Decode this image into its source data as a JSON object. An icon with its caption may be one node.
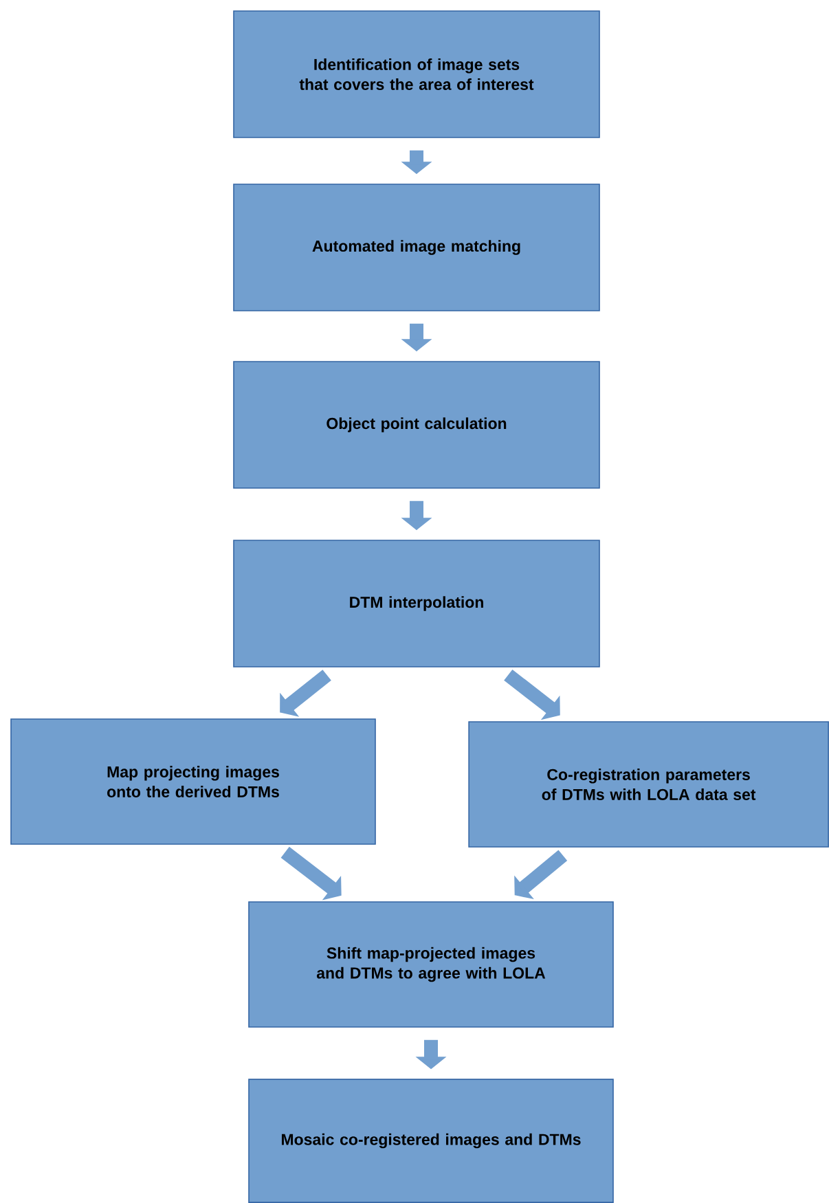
{
  "diagram": {
    "nodes": [
      {
        "text": [
          "Identification of image sets that covers the area of interest"
        ]
      },
      {
        "text": [
          "Automated image matching"
        ]
      },
      {
        "text": [
          "Object point calculation"
        ]
      },
      {
        "text": [
          "DTM interpolation"
        ]
      },
      {
        "text": [
          "Map projecting images onto the derived DTMs"
        ]
      },
      {
        "text": [
          "Co-registration parameters of DTMs with LOLA data set"
        ]
      },
      {
        "text": [
          "Shift map-projected images and DTMs to agree with LOLA"
        ]
      },
      {
        "text": [
          "Mosaic co-registered images and DTMs"
        ]
      }
    ],
    "edges": [
      {
        "from": 0,
        "to": 1,
        "arrow": "to"
      },
      {
        "from": 1,
        "to": 2,
        "arrow": "to"
      },
      {
        "from": 2,
        "to": 3,
        "arrow": "to"
      },
      {
        "from": 3,
        "to": 4,
        "arrow": "to"
      },
      {
        "from": 3,
        "to": 5,
        "arrow": "to"
      },
      {
        "from": 4,
        "to": 6,
        "arrow": "to"
      },
      {
        "from": 5,
        "to": 6,
        "arrow": "to"
      },
      {
        "from": 6,
        "to": 7,
        "arrow": "to"
      }
    ]
  }
}
